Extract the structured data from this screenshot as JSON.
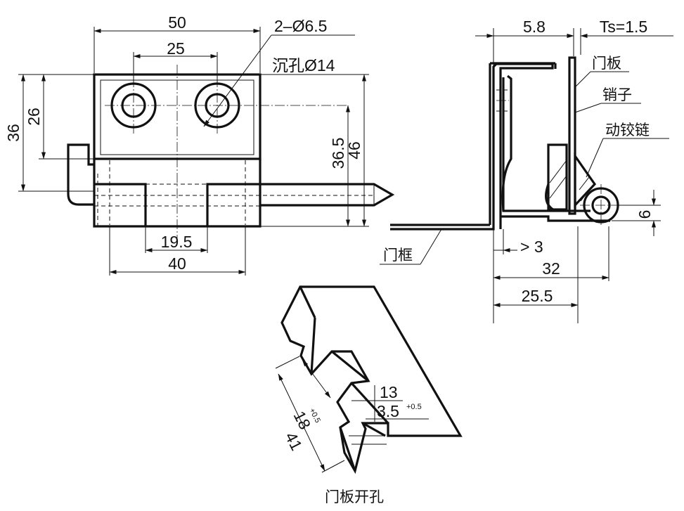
{
  "front_view": {
    "dim_width_total": "50",
    "dim_hole_spacing": "25",
    "dim_holes": "2–Ø6.5",
    "dim_counterbore": "沉孔Ø14",
    "dim_height_36": "36",
    "dim_height_26": "26",
    "dim_pin_36_5": "36.5",
    "dim_height_46": "46",
    "dim_slot_19_5": "19.5",
    "dim_width_40": "40"
  },
  "side_view": {
    "dim_5_8": "5.8",
    "dim_ts": "Ts=1.5",
    "label_door_panel": "门板",
    "label_pin": "销子",
    "label_hinge": "动铰链",
    "label_door_frame": "门框",
    "dim_gt3": "> 3",
    "dim_6": "6",
    "dim_32": "32",
    "dim_25_5": "25.5"
  },
  "cutout_view": {
    "dim_13": "13",
    "dim_3_5": "3.5",
    "tol_3_5": "+0.5",
    "dim_18": "18",
    "tol_18": "+0.5",
    "dim_41": "41",
    "caption": "门板开孔"
  }
}
